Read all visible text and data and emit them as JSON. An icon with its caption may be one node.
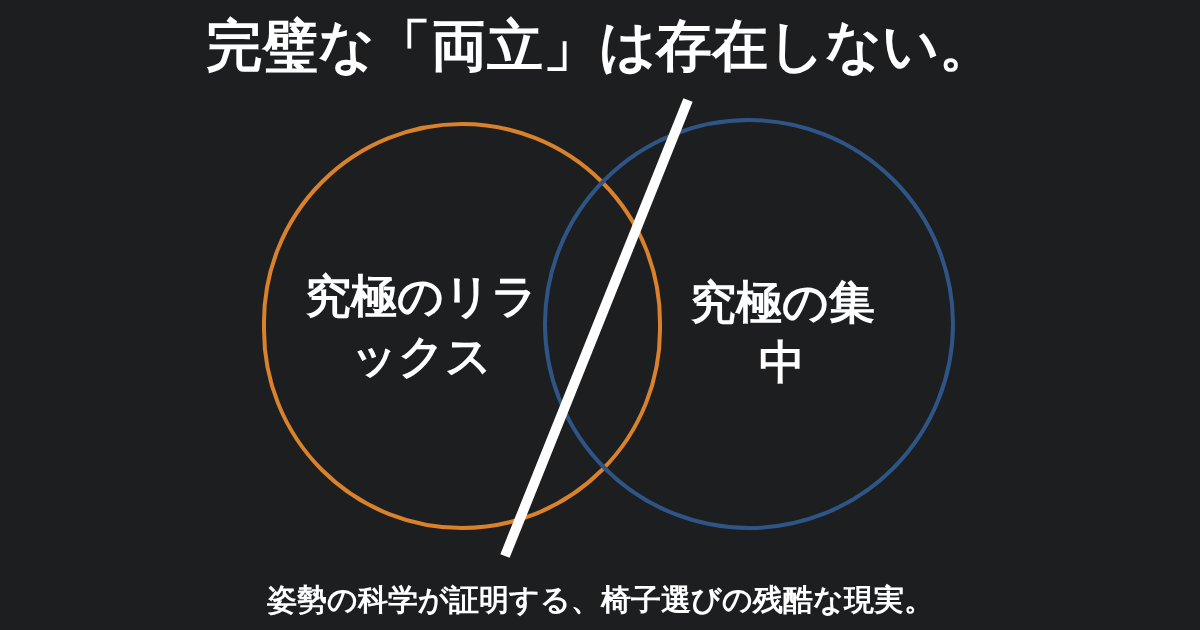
{
  "diagram": {
    "title": "完璧な「両立」は存在しない。",
    "caption": "姿勢の科学が証明する、椅子選びの残酷な現実。",
    "nodes": [
      {
        "text": [
          "究極のリラックス"
        ]
      },
      {
        "text": [
          "究極の集中"
        ]
      }
    ]
  }
}
